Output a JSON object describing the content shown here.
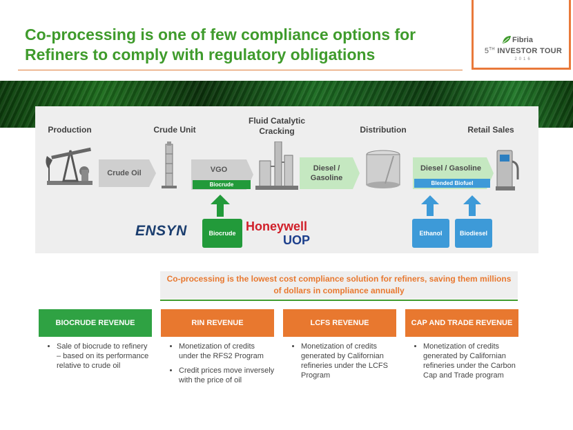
{
  "title": "Co-processing is one of few compliance options for Refiners to comply with regulatory obligations",
  "logo": {
    "brand": "Fibria",
    "tour_num": "5",
    "tour_sup": "TH",
    "tour_text": "INVESTOR TOUR",
    "year": "2016"
  },
  "process": {
    "stages": {
      "production": "Production",
      "crude_unit": "Crude Unit",
      "fcc": "Fluid Catalytic Cracking",
      "distribution": "Distribution",
      "retail": "Retail Sales"
    },
    "flows": {
      "crude_oil": "Crude Oil",
      "vgo": "VGO",
      "biocrude_sub": "Biocrude",
      "diesel_gasoline_1": "Diesel / Gasoline",
      "diesel_gasoline_2": "Diesel / Gasoline",
      "blended_sub": "Blended Biofuel"
    },
    "inputs": {
      "biocrude": "Biocrude",
      "ethanol": "Ethanol",
      "biodiesel": "Biodiesel"
    },
    "partners": {
      "ensyn": "ENSYN",
      "honeywell": "Honeywell",
      "uop": "UOP"
    }
  },
  "highlight": "Co-processing is the lowest cost compliance solution for refiners, saving them millions of dollars in compliance annually",
  "revenues": [
    {
      "title": "BIOCRUDE REVENUE",
      "bullets": [
        "Sale of biocrude to refinery – based on its performance relative to crude oil"
      ]
    },
    {
      "title": "RIN REVENUE",
      "bullets": [
        "Monetization of credits under the RFS2 Program",
        "Credit prices move inversely with the price of oil"
      ]
    },
    {
      "title": "LCFS REVENUE",
      "bullets": [
        "Monetization of credits generated by Californian refineries under the LCFS Program"
      ]
    },
    {
      "title": "CAP AND TRADE REVENUE",
      "bullets": [
        "Monetization of credits generated by Californian refineries under the Carbon Cap and Trade program"
      ]
    }
  ],
  "colors": {
    "title_green": "#3f9b2c",
    "accent_orange": "#e8782f",
    "bar_green": "#229a3a",
    "bar_blue": "#3d9ad8"
  }
}
